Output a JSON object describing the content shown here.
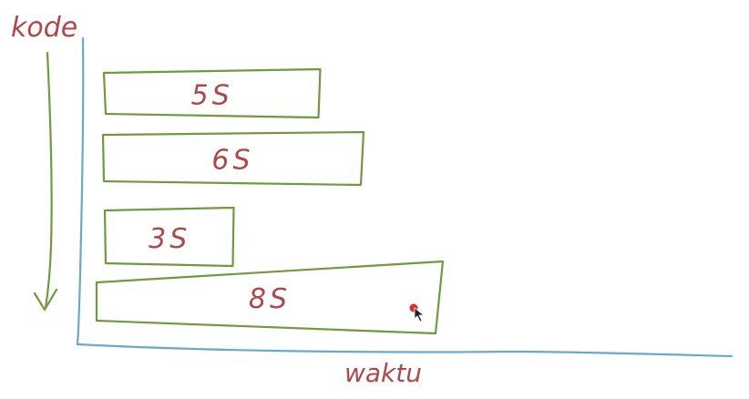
{
  "diagram": {
    "y_axis_label": "kode",
    "x_axis_label": "waktu",
    "colors": {
      "ink_red": "#b0484a",
      "bar_green": "#6f9a3e",
      "axis_blue": "#6aa9c9",
      "cursor_dot": "#d9332c"
    },
    "bars": [
      {
        "label": "5S",
        "value": 5
      },
      {
        "label": "6S",
        "value": 6
      },
      {
        "label": "3S",
        "value": 3
      },
      {
        "label": "8S",
        "value": 8
      }
    ],
    "cursor_icon": "pointer-cursor-icon"
  }
}
